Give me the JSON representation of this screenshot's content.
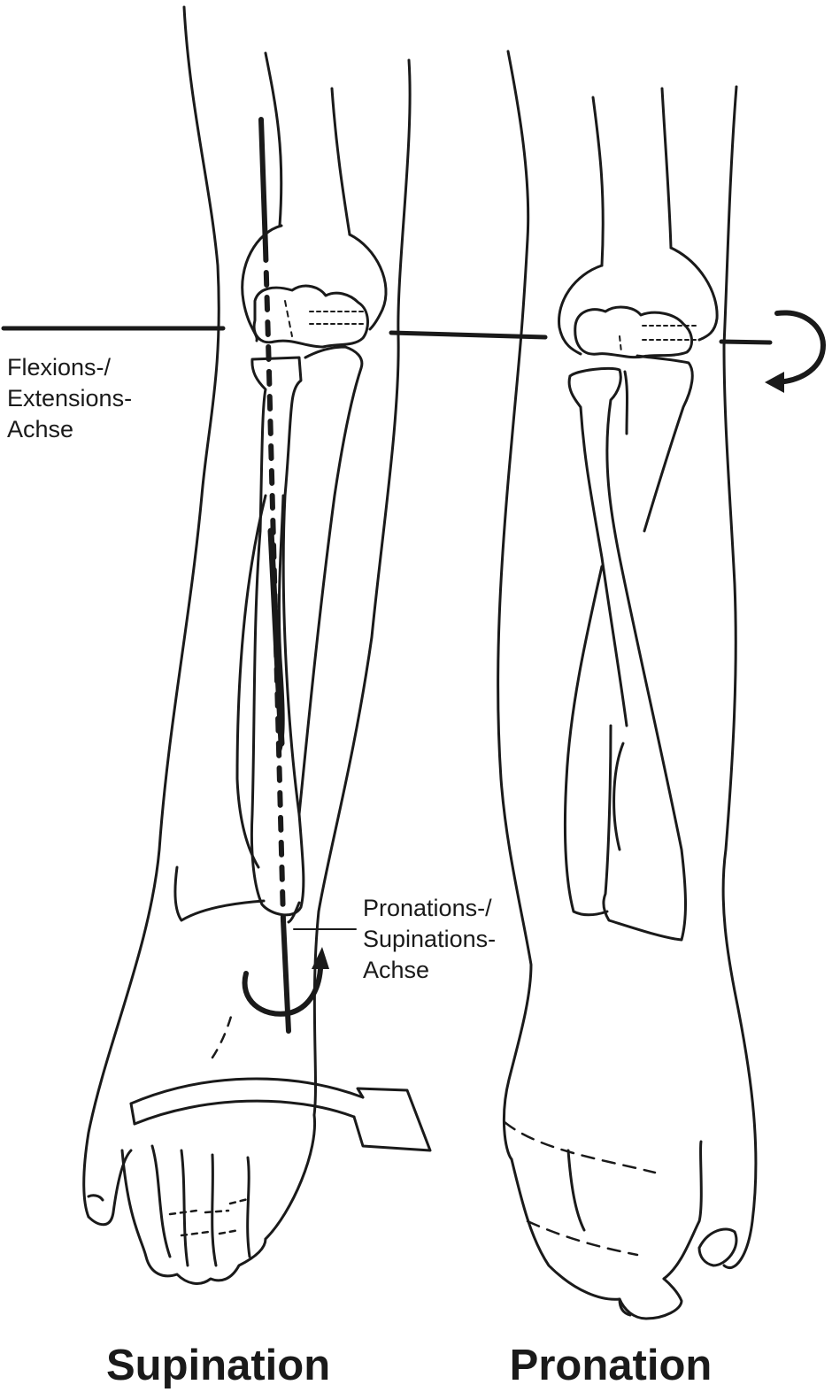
{
  "labels": {
    "flex_axis_line1": "Flexions-/",
    "flex_axis_line2": "Extensions-",
    "flex_axis_line3": "Achse",
    "pro_axis_line1": "Pronations-/",
    "pro_axis_line2": "Supinations-",
    "pro_axis_line3": "Achse"
  },
  "captions": {
    "left": "Supination",
    "right": "Pronation"
  }
}
